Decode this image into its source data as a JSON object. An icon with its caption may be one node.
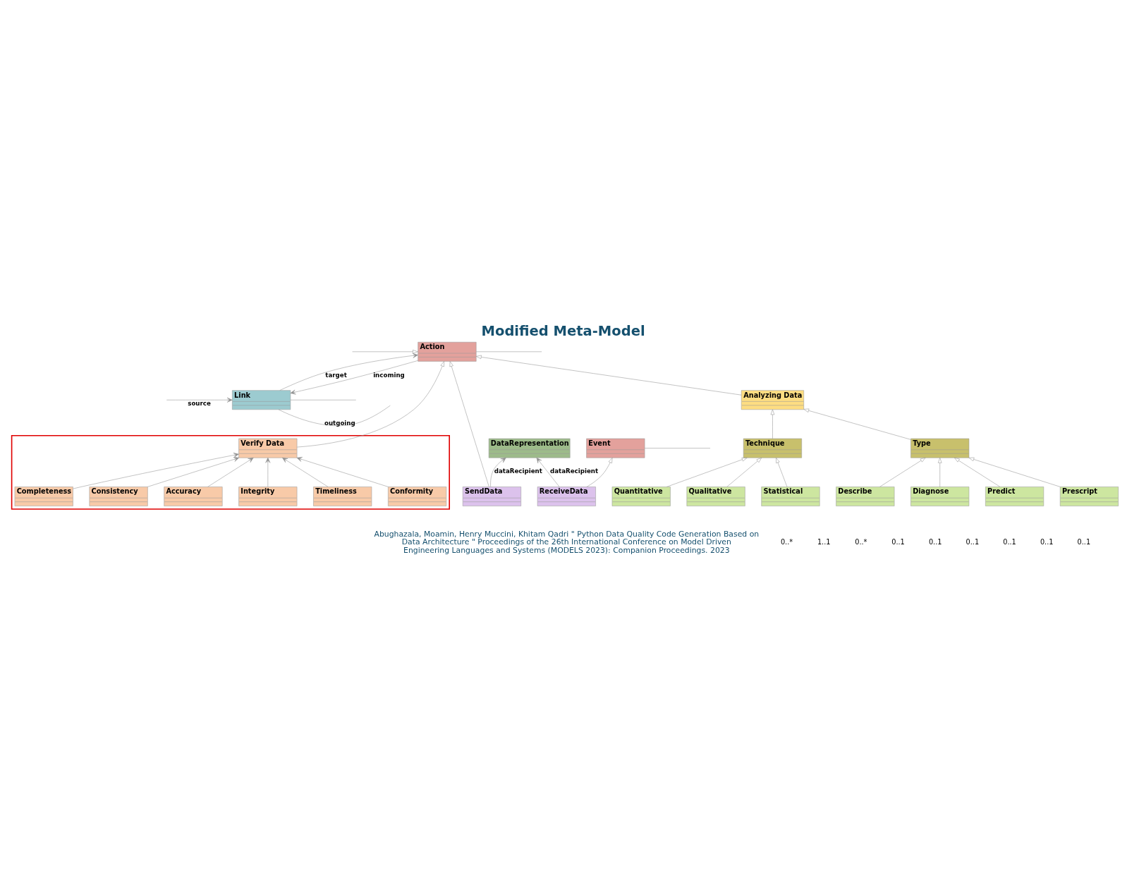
{
  "diagram": {
    "title": "Modified Meta-Model",
    "caption": "Abughazala, Moamin, Henry Muccini, Khitam Qadri \" Python Data Quality Code Generation Based on Data Architecture \" Proceedings of the 26th International Conference on Model Driven Engineering Languages and Systems (MODELS 2023): Companion Proceedings. 2023",
    "nodes": [
      {
        "text": [
          "Action"
        ]
      },
      {
        "text": [
          "Link"
        ]
      },
      {
        "text": [
          "Event"
        ]
      },
      {
        "text": [
          "SendData"
        ]
      },
      {
        "text": [
          "DataRepresentation"
        ]
      },
      {
        "text": [
          "ReceiveData"
        ]
      },
      {
        "text": [
          "Analyzing Data"
        ]
      },
      {
        "text": [
          "Technique"
        ]
      },
      {
        "text": [
          "Quantitative"
        ]
      },
      {
        "text": [
          "Qualitative"
        ]
      },
      {
        "text": [
          "Statistical"
        ]
      },
      {
        "text": [
          "Type"
        ]
      },
      {
        "text": [
          "Describe"
        ]
      },
      {
        "text": [
          "Diagnose"
        ]
      },
      {
        "text": [
          "Predict"
        ]
      },
      {
        "text": [
          "Prescript"
        ]
      },
      {
        "text": [],
        "shape": "box"
      },
      {
        "text": [
          "Completeness"
        ],
        "in": 16
      },
      {
        "text": [
          "Consistency"
        ],
        "in": 16
      },
      {
        "text": [
          "Accuracy"
        ],
        "in": 16
      },
      {
        "text": [
          "Integrity"
        ],
        "in": 16
      },
      {
        "text": [
          "Timeliness"
        ],
        "in": 16
      },
      {
        "text": [
          "Conformity"
        ],
        "in": 16
      },
      {
        "text": [
          "Verify Data"
        ],
        "in": 16
      }
    ],
    "edges": [
      {
        "from": 1,
        "to": 0,
        "arrow": "to",
        "label": "target"
      },
      {
        "from": 0,
        "to": 1,
        "arrow": "to",
        "label": "incoming"
      },
      {
        "from": 1,
        "to": null,
        "arrow": "none",
        "label": "outgoing"
      },
      {
        "from": 1,
        "to": null,
        "arrow": "none"
      },
      {
        "from": null,
        "to": 1,
        "arrow": "to",
        "label": "source"
      },
      {
        "from": 2,
        "to": null,
        "arrow": "none"
      },
      {
        "from": 0,
        "to": null,
        "arrow": "none"
      },
      {
        "from": null,
        "to": 0,
        "arrow": "to"
      },
      {
        "from": 3,
        "to": 0,
        "arrow": "to"
      },
      {
        "from": 5,
        "to": 2,
        "arrow": "to"
      },
      {
        "from": 3,
        "to": 4,
        "arrow": "to",
        "label": "dataRecipient"
      },
      {
        "from": 5,
        "to": 4,
        "arrow": "to",
        "label": "dataRecipient"
      },
      {
        "from": 6,
        "to": 0,
        "arrow": "to"
      },
      {
        "from": 23,
        "to": 0,
        "arrow": "to"
      },
      {
        "from": 7,
        "to": 6,
        "arrow": "to"
      },
      {
        "from": 8,
        "to": 7,
        "arrow": "to"
      },
      {
        "from": 9,
        "to": 7,
        "arrow": "to"
      },
      {
        "from": 10,
        "to": 7,
        "arrow": "to"
      },
      {
        "from": 11,
        "to": 6,
        "arrow": "to"
      },
      {
        "from": 12,
        "to": 11,
        "arrow": "to"
      },
      {
        "from": 13,
        "to": 11,
        "arrow": "to"
      },
      {
        "from": 14,
        "to": 11,
        "arrow": "to"
      },
      {
        "from": 15,
        "to": 11,
        "arrow": "to"
      },
      {
        "from": 17,
        "to": 23,
        "arrow": "to"
      },
      {
        "from": 18,
        "to": 23,
        "arrow": "to"
      },
      {
        "from": 19,
        "to": 23,
        "arrow": "to"
      },
      {
        "from": 20,
        "to": 23,
        "arrow": "to"
      },
      {
        "from": 21,
        "to": 23,
        "arrow": "to"
      },
      {
        "from": 22,
        "to": 23,
        "arrow": "to"
      }
    ],
    "labels": [
      "0..*",
      "1..1",
      "0..*",
      "0..1",
      "0..1",
      "0..1",
      "0..1",
      "0..1",
      "0..1"
    ]
  }
}
